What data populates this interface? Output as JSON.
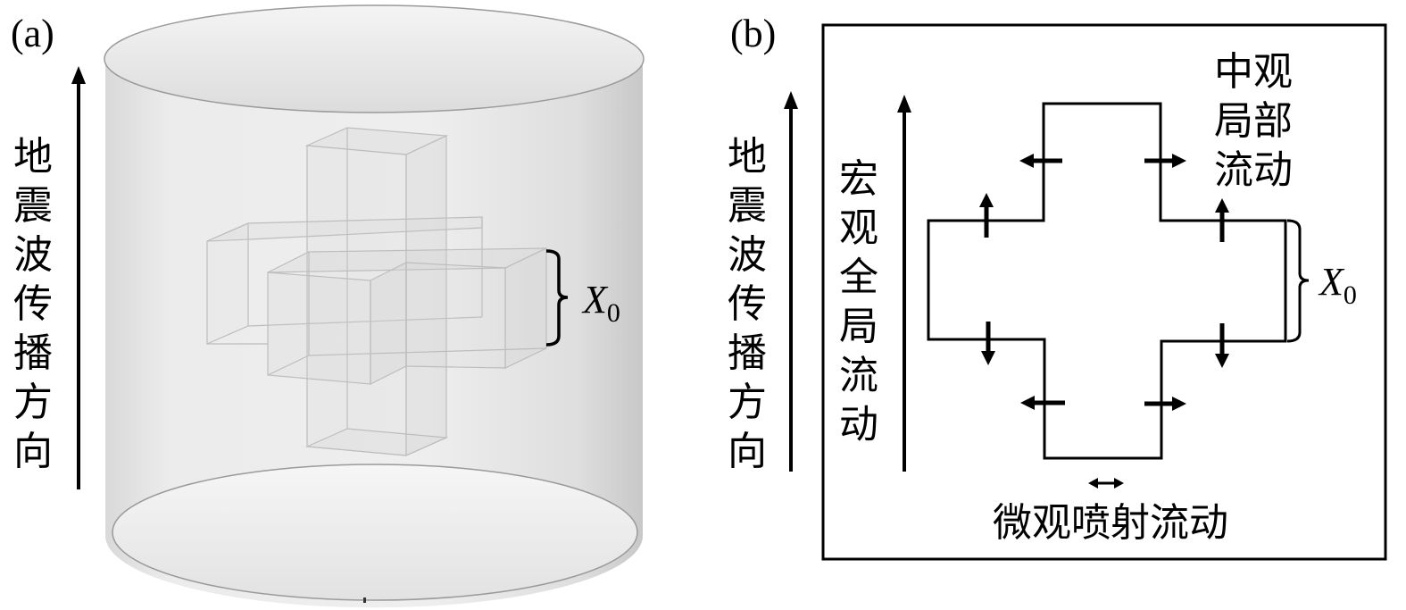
{
  "panel_a": {
    "label": "(a)",
    "direction_label_chars": [
      "地",
      "震",
      "波",
      "传",
      "播",
      "方",
      "向"
    ],
    "dimension_label": {
      "symbol": "X",
      "subscript": "0"
    }
  },
  "panel_b": {
    "label": "(b)",
    "direction_label_chars": [
      "地",
      "震",
      "波",
      "传",
      "播",
      "方",
      "向"
    ],
    "global_flow_chars": [
      "宏",
      "观",
      "全",
      "局",
      "流",
      "动"
    ],
    "local_flow_lines": [
      "中观",
      "局部",
      "流动"
    ],
    "squirt_flow_label": "微观喷射流动",
    "dimension_label": {
      "symbol": "X",
      "subscript": "0"
    }
  },
  "colors": {
    "line": "#000000",
    "cylinder_fill": "#e6e6e6",
    "cylinder_edge": "#9a9a9a",
    "cube_edge": "#bdbdbd"
  }
}
